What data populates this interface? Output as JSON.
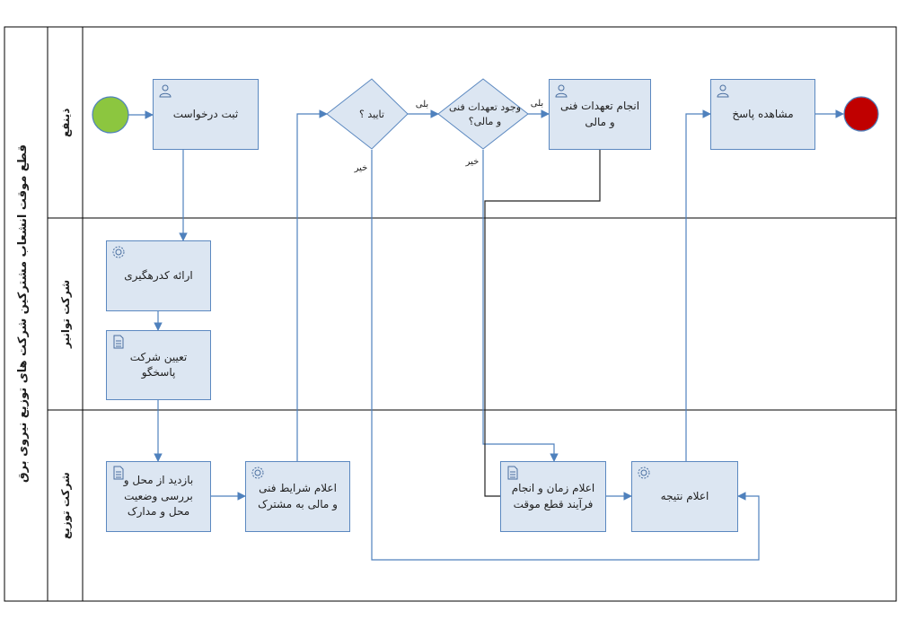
{
  "pool": {
    "title": "قطع موقت انشعاب مشترکین شرکت های توزیع نیروی برق"
  },
  "lanes": [
    {
      "label": "ذینفع"
    },
    {
      "label": "شرکت توانیر"
    },
    {
      "label": "شرکت توزیع"
    }
  ],
  "tasks": {
    "register_request": "ثبت درخواست",
    "provide_tracking_code": "ارائه کدرهگیری",
    "assign_responding_company": "تعیین شرکت پاسخگو",
    "site_visit": "بازدید از محل و بررسی وضعیت محل و مدارک",
    "announce_conditions": "اعلام شرایط فنی و مالی به مشترک",
    "perform_obligations": "انجام تعهدات فنی و مالی",
    "view_response": "مشاهده پاسخ",
    "announce_time": "اعلام زمان و انجام فرآیند قطع موقت",
    "announce_result": "اعلام نتیجه"
  },
  "gateways": {
    "approve": "تایید ؟",
    "obligations_line1": "وجود تعهدات فنی",
    "obligations_line2": "و مالی؟"
  },
  "flow_labels": {
    "yes1": "بلی",
    "no1": "خیر",
    "yes2": "بلی",
    "no2": "خیر"
  },
  "colors": {
    "task_fill": "#dce6f2",
    "task_border": "#5b88c0",
    "start_event": "#8cc63f",
    "end_event": "#c00000",
    "connector": "#4f81bd"
  },
  "icons": {
    "user_task": "user-icon",
    "service_task": "gear-icon",
    "manual_task": "document-icon"
  }
}
